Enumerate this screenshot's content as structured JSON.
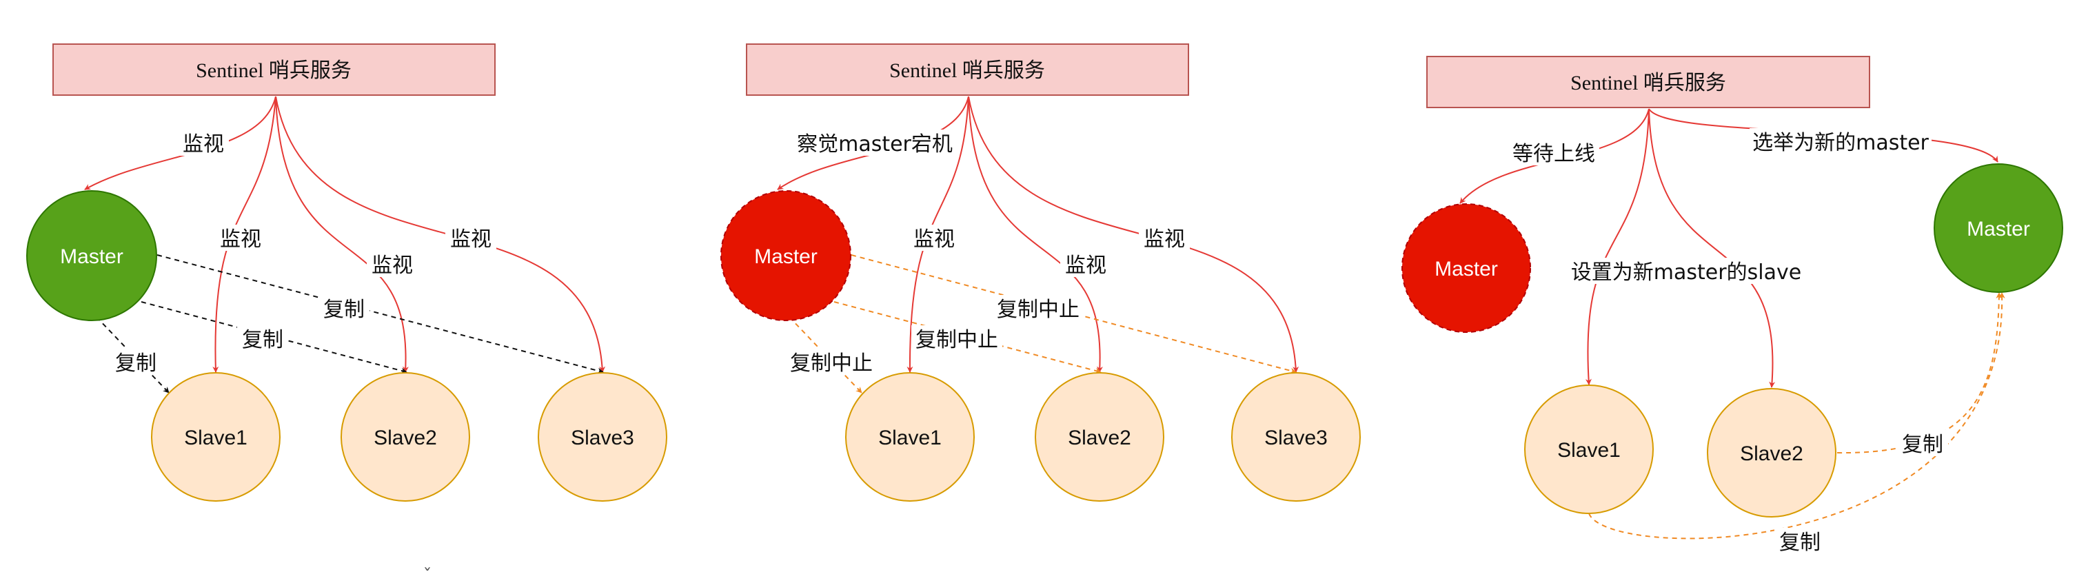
{
  "colors": {
    "box_fill": "#f8cecc",
    "box_stroke": "#b85450",
    "master_ok_fill": "#57a21a",
    "master_ok_stroke": "#2d7600",
    "master_down_fill": "#e51400",
    "master_down_stroke": "#b20000",
    "slave_fill": "#ffe6cc",
    "slave_stroke": "#d79b00",
    "monitor_line": "#e53935",
    "replicate_line": "#111111",
    "broken_line": "#f08a24"
  },
  "panels": [
    {
      "sentinel_label": "Sentinel 哨兵服务",
      "master_label": "Master",
      "master_state": "online",
      "slaves": [
        "Slave1",
        "Slave2",
        "Slave3"
      ],
      "monitor_labels": [
        "监视",
        "监视",
        "监视",
        "监视"
      ],
      "replication_labels": [
        "复制",
        "复制",
        "复制"
      ]
    },
    {
      "sentinel_label": "Sentinel 哨兵服务",
      "master_label": "Master",
      "master_state": "down",
      "detect_label": "察觉master宕机",
      "slaves": [
        "Slave1",
        "Slave2",
        "Slave3"
      ],
      "monitor_labels": [
        "监视",
        "监视",
        "监视"
      ],
      "replication_labels": [
        "复制中止",
        "复制中止",
        "复制中止"
      ]
    },
    {
      "sentinel_label": "Sentinel 哨兵服务",
      "old_master_label": "Master",
      "wait_label": "等待上线",
      "new_master_label": "Master",
      "elect_label": "选举为新的master",
      "set_slave_label": "设置为新master的slave",
      "slaves": [
        "Slave1",
        "Slave2"
      ],
      "replication_labels": [
        "复制",
        "复制"
      ]
    }
  ],
  "stray_mark": "ˇ"
}
